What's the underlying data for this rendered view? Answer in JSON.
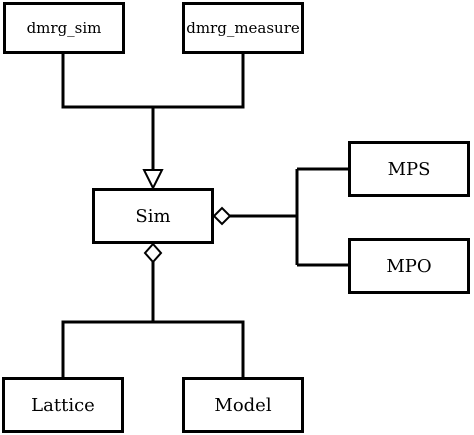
{
  "diagram": {
    "nodes": {
      "dmrg_sim": "dmrg_sim",
      "dmrg_measure": "dmrg_measure",
      "sim": "Sim",
      "mps": "MPS",
      "mpo": "MPO",
      "lattice": "Lattice",
      "model": "Model"
    },
    "relations": [
      {
        "from": "dmrg_sim",
        "to": "sim",
        "kind": "inheritance"
      },
      {
        "from": "dmrg_measure",
        "to": "sim",
        "kind": "inheritance"
      },
      {
        "from": "sim",
        "to": "mps",
        "kind": "aggregation"
      },
      {
        "from": "sim",
        "to": "mpo",
        "kind": "aggregation"
      },
      {
        "from": "sim",
        "to": "lattice",
        "kind": "aggregation"
      },
      {
        "from": "sim",
        "to": "model",
        "kind": "aggregation"
      }
    ],
    "colors": {
      "line": "#000000",
      "box_fill": "#ffffff",
      "text": "#000000"
    }
  }
}
